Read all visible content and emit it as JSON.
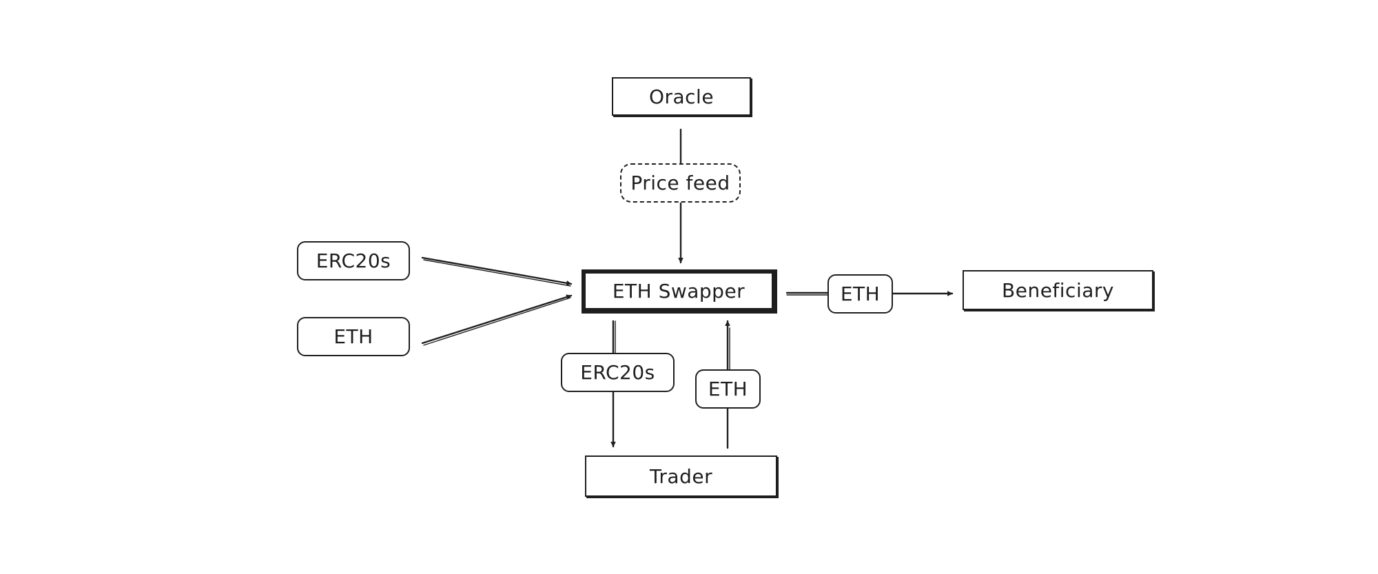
{
  "nodes": {
    "oracle": "Oracle",
    "price_feed": "Price feed",
    "eth_swapper": "ETH Swapper",
    "erc20s_in": "ERC20s",
    "eth_in": "ETH",
    "eth_out": "ETH",
    "beneficiary": "Beneficiary",
    "erc20s_out": "ERC20s",
    "eth_from_trader": "ETH",
    "trader": "Trader"
  },
  "edges": [
    {
      "from": "oracle",
      "to": "eth_swapper",
      "label": "Price feed"
    },
    {
      "from": "erc20s_in",
      "to": "eth_swapper"
    },
    {
      "from": "eth_in",
      "to": "eth_swapper"
    },
    {
      "from": "eth_swapper",
      "to": "beneficiary",
      "label": "ETH"
    },
    {
      "from": "eth_swapper",
      "to": "trader",
      "label": "ERC20s"
    },
    {
      "from": "trader",
      "to": "eth_swapper",
      "label": "ETH"
    }
  ],
  "colors": {
    "stroke": "#1e1e1e",
    "background": "#ffffff"
  }
}
